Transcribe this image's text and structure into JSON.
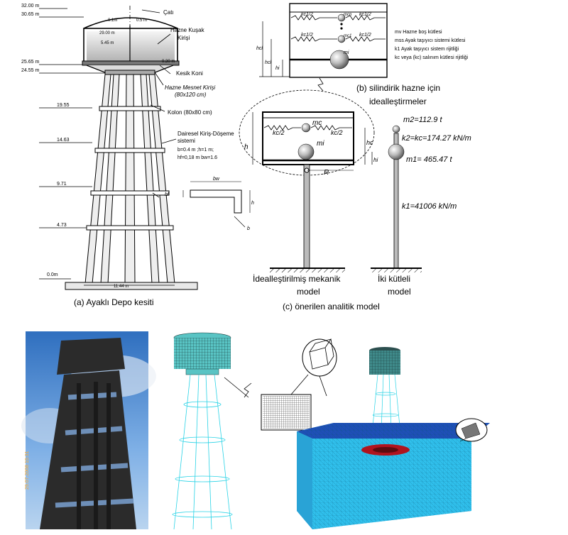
{
  "panel_a": {
    "elev_top": "32.00 m",
    "elev_2": "30.65 m",
    "elev_3": "25.65 m",
    "elev_4": "24.55 m",
    "elev_5": "19.55",
    "elev_6": "14.63",
    "elev_7": "9.71",
    "elev_8": "4.73",
    "elev_9": "0.0m",
    "dim_01": "0.1m",
    "dim_05": "0.5 m",
    "dim_top_width": "29.00 m",
    "dim_545": "5.45 m",
    "dim_030": "0.30 m",
    "dim_base": "11.44 m",
    "label_cati": "Çatı",
    "label_hazne_kusak": "Hazne Kuşak",
    "label_kirisi": "Kirişi",
    "label_kesik_koni": "Kesik Koni",
    "label_hazne_mesnet": "Hazne Mesnet Kirişi",
    "label_mesnet_dims": "(80x120 cm)",
    "label_kolon": "Kolon (80x80 cm)",
    "label_dairesel": "Dairesel Kiriş-Döşeme",
    "label_sistemi": "sistemi",
    "label_dims1": "b=0.4 m ;h=1 m;",
    "label_dims2": "hf=0,18 m bw=1.6",
    "label_hf": "hf",
    "label_h": "h",
    "label_b": "b",
    "label_bw": "bw",
    "caption": "(a)   Ayaklı Depo kesiti"
  },
  "panel_b": {
    "spring_top_left": "kc1/2",
    "spring_top_right": "kc1/2",
    "spring_mid_left": "kc1/2",
    "spring_mid_right": "kc1/2",
    "mass_top": "mcn",
    "mass_mid": "mc1",
    "mass_bottom": "mi",
    "dim_h_left": "hcl",
    "dim_h_mid": "hcl",
    "dim_hi": "hi",
    "legend_1": "mv   Hazne boş kütlesi",
    "legend_2": "mss  Ayak taşıyıcı sistemi kütlesi",
    "legend_3": "k1   Ayak taşıyıcı sistem rijitliği",
    "legend_4": "kc   veya (kc) salınım kütlesi rijitliği",
    "caption_1": "(b) silindirik hazne için",
    "caption_2": "idealleştirmeler"
  },
  "panel_c": {
    "spring_left": "kc/2",
    "spring_right": "kc/2",
    "mass_c": "mc",
    "mass_i": "mi",
    "dim_h": "h",
    "dim_hc": "hc",
    "dim_hi": "hi",
    "dim_r": "R",
    "m2_label": "m2=112.9 t",
    "k2_label": "k2=kc=174.27 kN/m",
    "m1_label": "m1= 465.47 t",
    "k1_label": "k1=41006 kN/m",
    "caption_left_1": "İdealleştirilmiş mekanik",
    "caption_left_2": "model",
    "caption_right_1": "İki kütleli",
    "caption_right_2": "model",
    "caption_main": "(c) önerilen analitik model"
  },
  "photo": {
    "date_stamp": "29.07.2008 15:31"
  }
}
